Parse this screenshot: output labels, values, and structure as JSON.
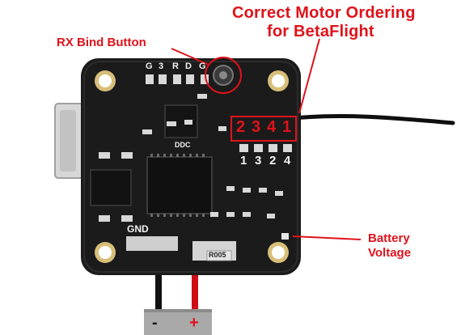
{
  "annotations": {
    "motor_title_line1": "Correct Motor Ordering",
    "motor_title_line2": "for BetaFlight",
    "rx_bind_label": "RX Bind Button",
    "battery_line1": "Battery",
    "battery_line2": "Voltage",
    "accent_color": "#e0121b"
  },
  "motor_pads": {
    "betaflight_order": [
      "2",
      "3",
      "4",
      "1"
    ],
    "silkscreen_order": [
      "1",
      "3",
      "2",
      "4"
    ]
  },
  "silkscreen": {
    "uart_pads": [
      "G",
      "3",
      "R",
      "D",
      "G"
    ],
    "gnd_label": "GND",
    "resistor_code": "R005",
    "ddc_label": "DDC"
  },
  "power_leads": {
    "negative_label": "-",
    "positive_label": "+"
  }
}
